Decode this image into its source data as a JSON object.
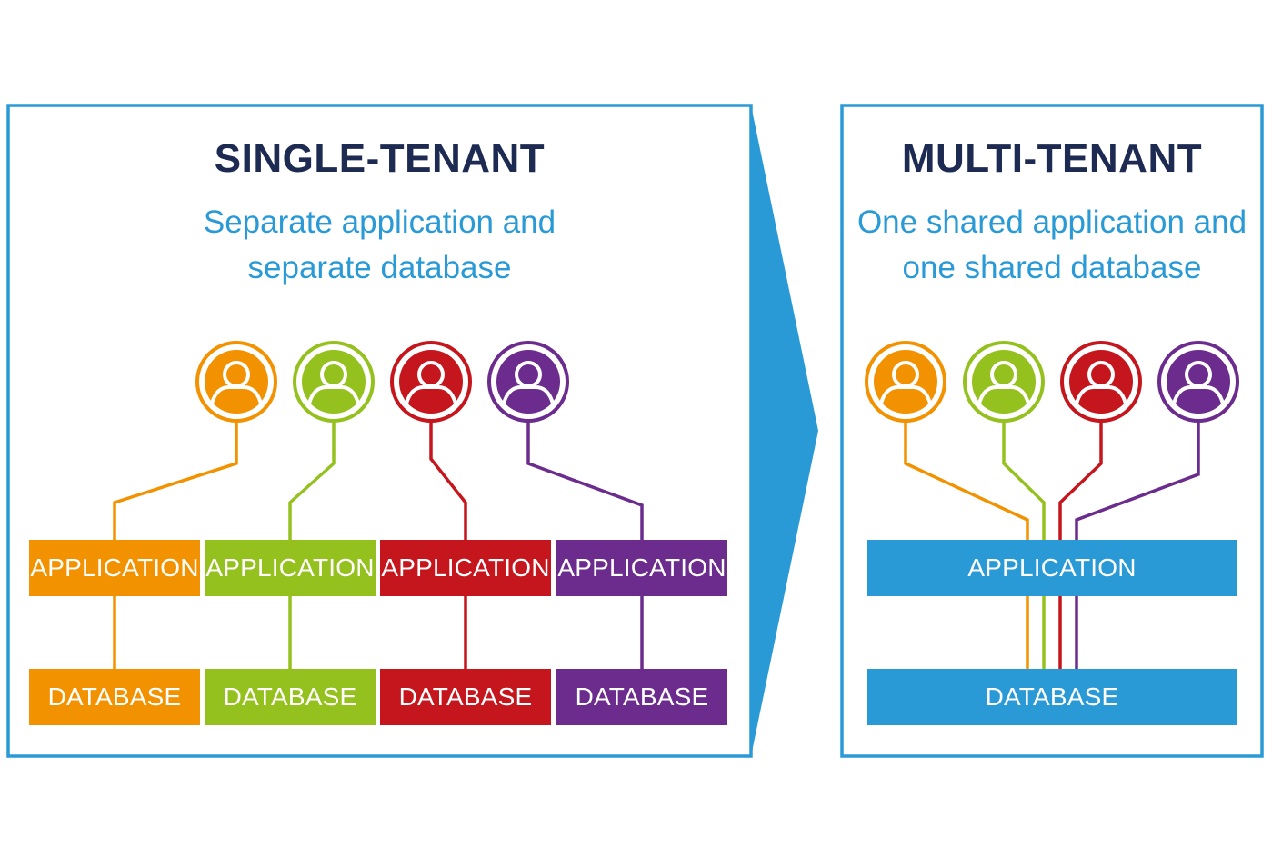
{
  "colors": {
    "frame": "#2a9ad6",
    "title": "#1d2a52",
    "subtitle": "#2a9ad6",
    "shared": "#2a9ad6"
  },
  "single_tenant": {
    "title": "SINGLE-TENANT",
    "subtitle_line1": "Separate application and",
    "subtitle_line2": "separate database",
    "tenants": [
      {
        "color": "#f39200",
        "icon": "user-icon",
        "application_label": "APPLICATION",
        "database_label": "DATABASE"
      },
      {
        "color": "#95c11f",
        "icon": "user-icon",
        "application_label": "APPLICATION",
        "database_label": "DATABASE"
      },
      {
        "color": "#c4161c",
        "icon": "user-icon",
        "application_label": "APPLICATION",
        "database_label": "DATABASE"
      },
      {
        "color": "#6b2c8e",
        "icon": "user-icon",
        "application_label": "APPLICATION",
        "database_label": "DATABASE"
      }
    ]
  },
  "multi_tenant": {
    "title": "MULTI-TENANT",
    "subtitle_line1": "One shared application and",
    "subtitle_line2": "one shared database",
    "tenants": [
      {
        "color": "#f39200",
        "icon": "user-icon"
      },
      {
        "color": "#95c11f",
        "icon": "user-icon"
      },
      {
        "color": "#c4161c",
        "icon": "user-icon"
      },
      {
        "color": "#6b2c8e",
        "icon": "user-icon"
      }
    ],
    "application_label": "APPLICATION",
    "database_label": "DATABASE"
  }
}
